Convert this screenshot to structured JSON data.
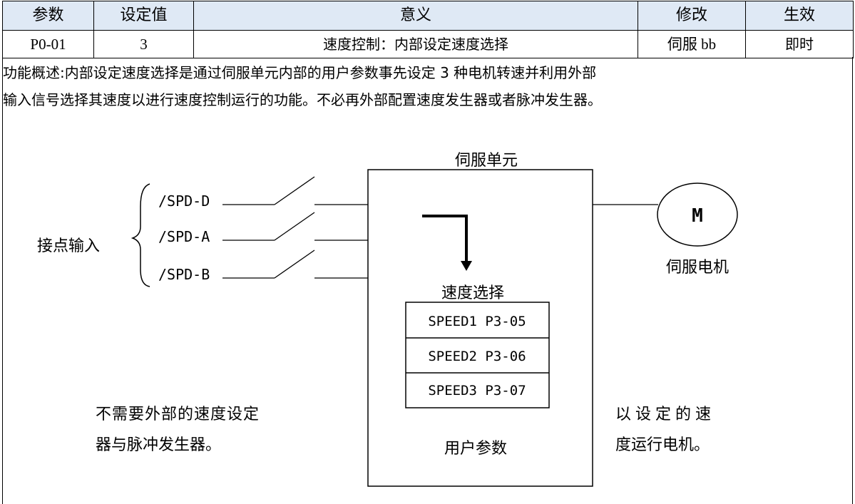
{
  "table": {
    "headers": [
      "参数",
      "设定值",
      "意义",
      "修改",
      "生效"
    ],
    "row": {
      "param": "P0-01",
      "value": "3",
      "meaning": "速度控制：内部设定速度选择",
      "modify": "伺服 bb",
      "effect": "即时"
    }
  },
  "description": {
    "line1": "功能概述:内部设定速度选择是通过伺服单元内部的用户参数事先设定 3 种电机转速并利用外部",
    "line2": "输入信号选择其速度以进行速度控制运行的功能。不必再外部配置速度发生器或者脉冲发生器。"
  },
  "diagram": {
    "servo_unit_label": "伺服单元",
    "contact_input_label": "接点输入",
    "inputs": [
      "/SPD-D",
      "/SPD-A",
      "/SPD-B"
    ],
    "speed_select_label": "速度选择",
    "speed_params": [
      "SPEED1 P3-05",
      "SPEED2 P3-06",
      "SPEED3 P3-07"
    ],
    "user_params_label": "用户参数",
    "motor_symbol": "M",
    "motor_label": "伺服电机",
    "note_left_line1": "不需要外部的速度设定",
    "note_left_line2": "器与脉冲发生器。",
    "note_right_line1": "以设定的速",
    "note_right_line2": "度运行电机。"
  }
}
